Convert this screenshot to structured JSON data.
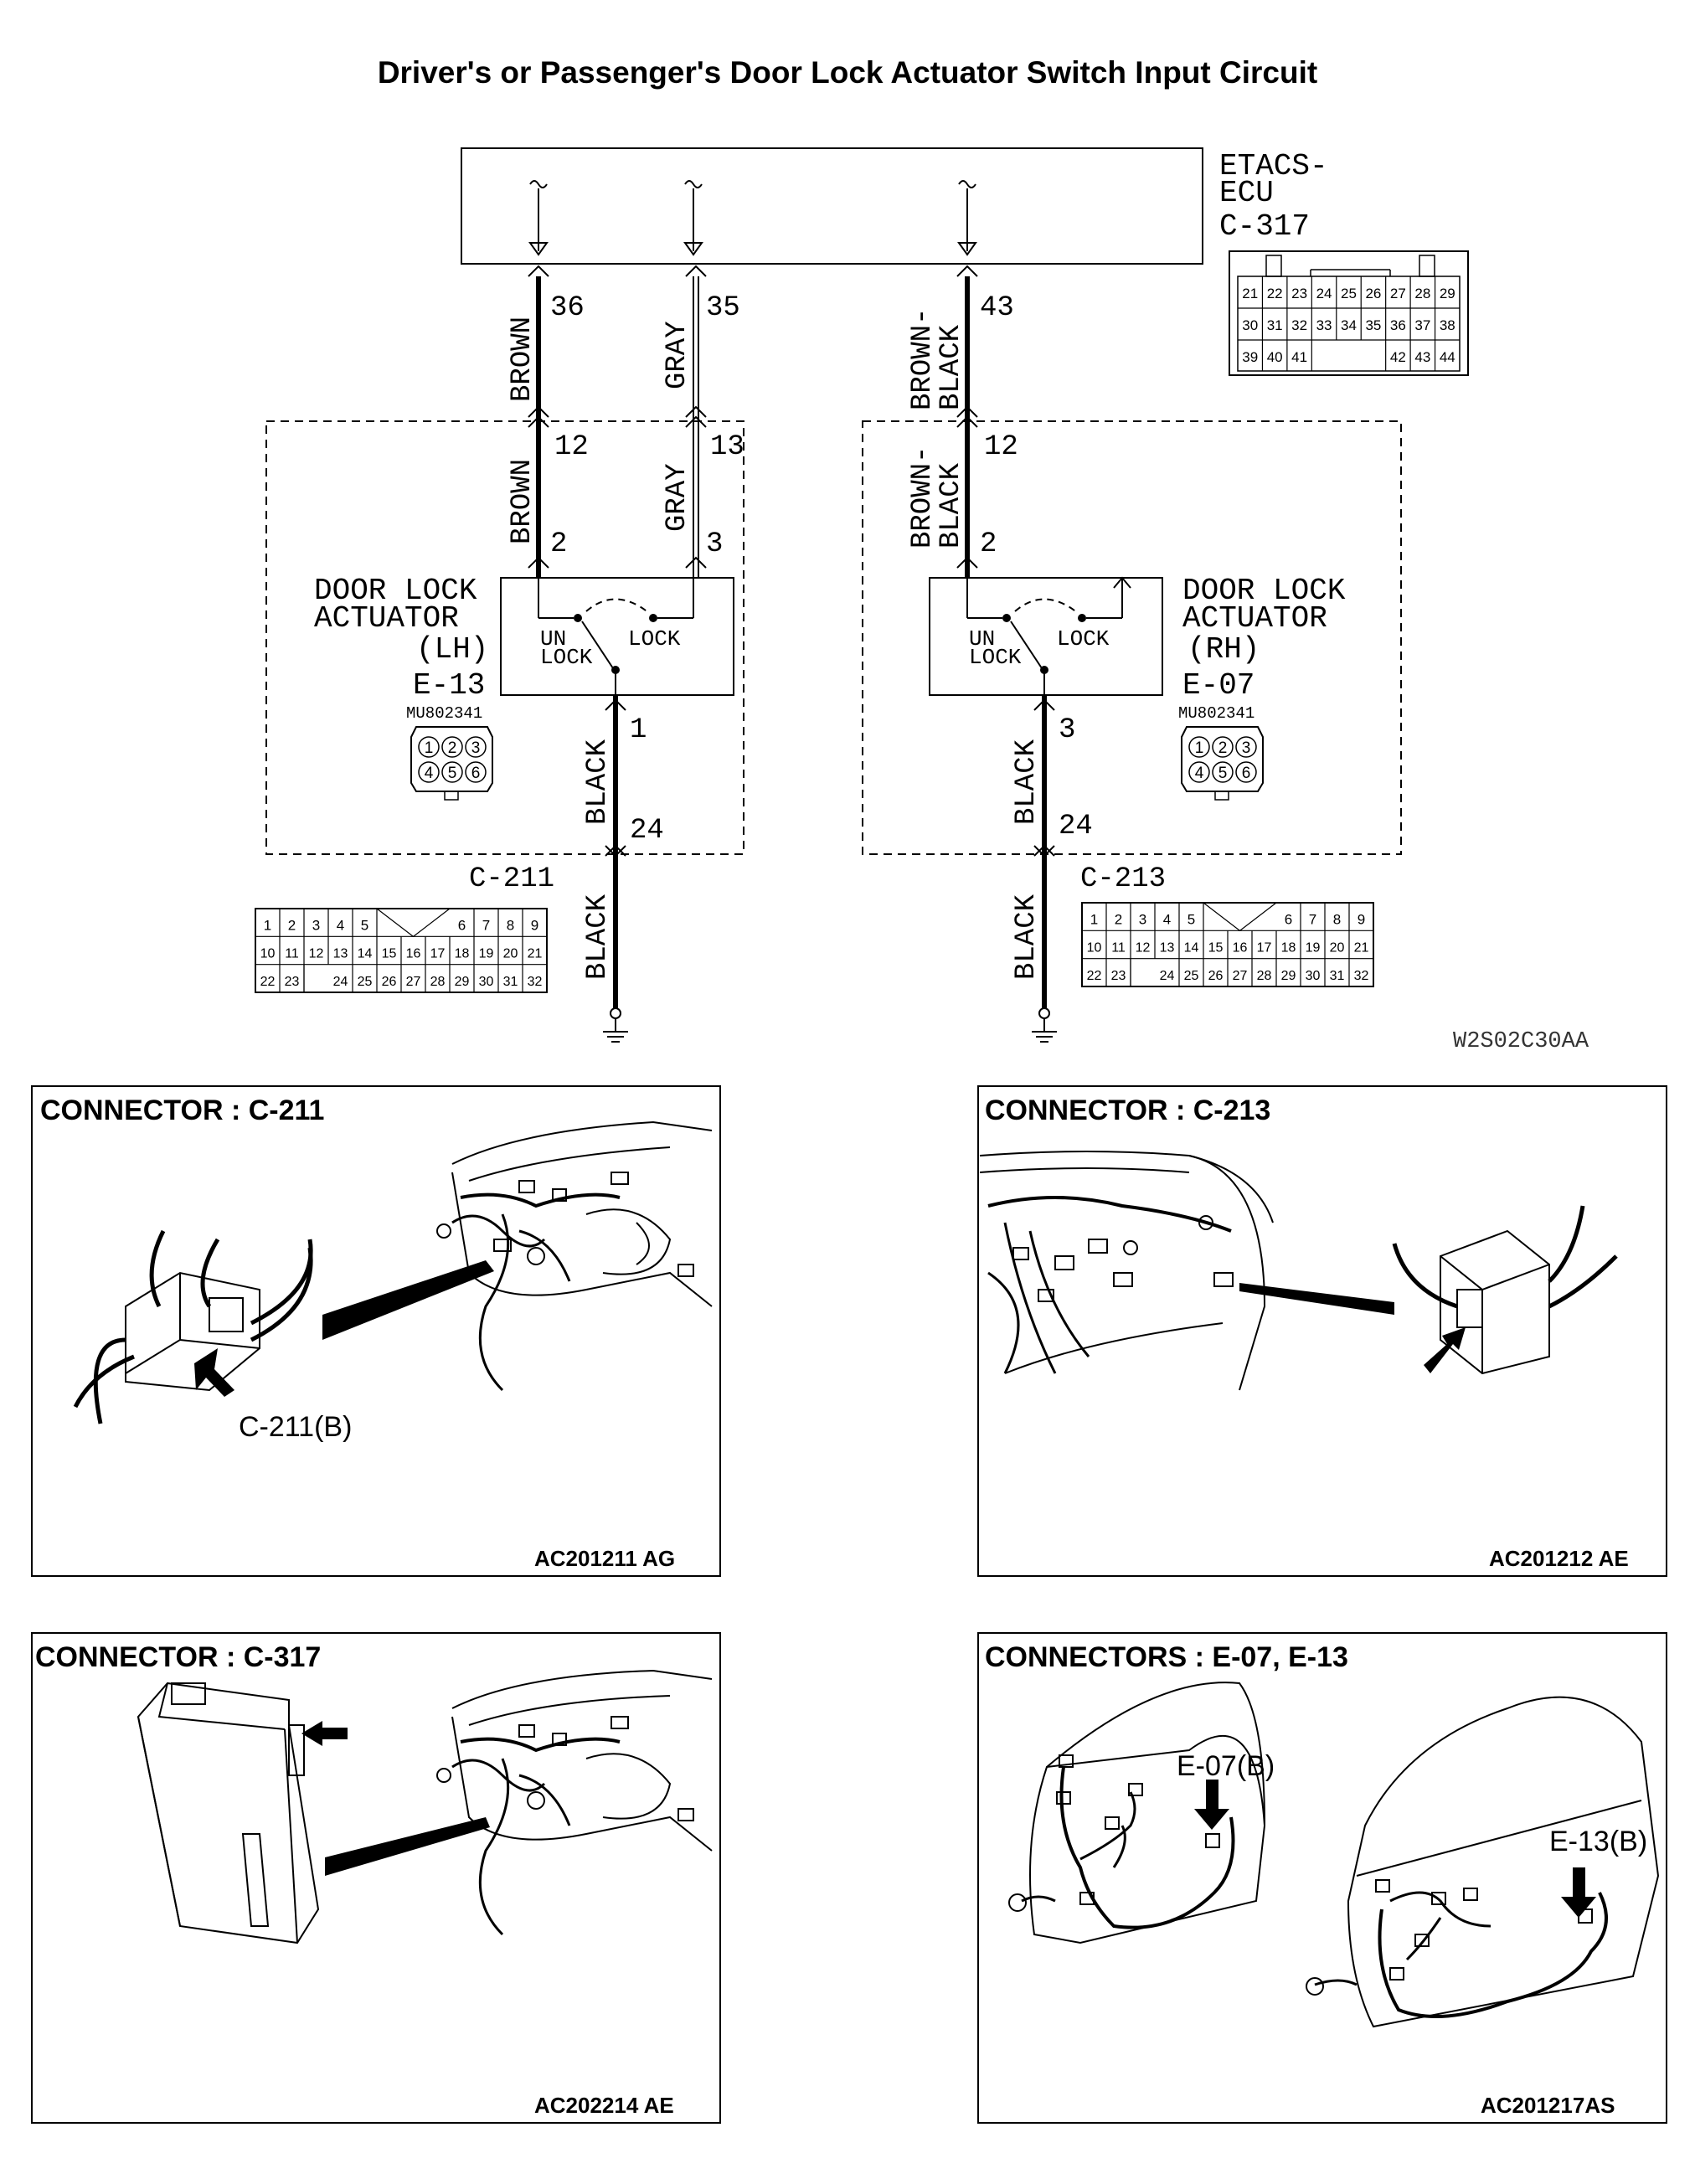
{
  "title": "Driver's or Passenger's Door Lock Actuator Switch Input Circuit",
  "ecu": {
    "name_line1": "ETACS-",
    "name_line2": "ECU",
    "connector": "C-317",
    "pins": {
      "row1": [
        "21",
        "22",
        "23",
        "24",
        "25",
        "26",
        "27",
        "28",
        "29"
      ],
      "row2": [
        "30",
        "31",
        "32",
        "33",
        "34",
        "35",
        "36",
        "37",
        "38"
      ],
      "row3": [
        "39",
        "40",
        "41",
        "42",
        "43",
        "44"
      ]
    }
  },
  "wires": {
    "w1": {
      "upper_color": "BROWN",
      "ecu_pin": "36",
      "mid_pin": "12",
      "lower_color": "BROWN",
      "act_pin": "2"
    },
    "w2": {
      "upper_color": "GRAY",
      "ecu_pin": "35",
      "mid_pin": "13",
      "lower_color": "GRAY",
      "act_pin": "3"
    },
    "w3": {
      "upper_color_1": "BROWN-",
      "upper_color_2": "BLACK",
      "ecu_pin": "43",
      "mid_pin": "12",
      "lower_color_1": "BROWN-",
      "lower_color_2": "BLACK",
      "act_pin": "2"
    }
  },
  "actuator_lh": {
    "line1": "DOOR LOCK",
    "line2": "ACTUATOR",
    "line3": "(LH)",
    "connector": "E-13",
    "part": "MU802341",
    "switch_unlock_1": "UN",
    "switch_unlock_2": "LOCK",
    "switch_lock": "LOCK",
    "ground_pin": "1",
    "ground_color": "BLACK",
    "junction_pin": "24",
    "junction_connector": "C-211",
    "lower_color": "BLACK",
    "pins": [
      "1",
      "2",
      "3",
      "4",
      "5",
      "6"
    ]
  },
  "actuator_rh": {
    "line1": "DOOR LOCK",
    "line2": "ACTUATOR",
    "line3": "(RH)",
    "connector": "E-07",
    "part": "MU802341",
    "switch_unlock_1": "UN",
    "switch_unlock_2": "LOCK",
    "switch_lock": "LOCK",
    "ground_pin": "3",
    "ground_color": "BLACK",
    "junction_pin": "24",
    "junction_connector": "C-213",
    "lower_color": "BLACK",
    "pins": [
      "1",
      "2",
      "3",
      "4",
      "5",
      "6"
    ]
  },
  "junction_pins": {
    "row1": [
      "1",
      "2",
      "3",
      "4",
      "5",
      "6",
      "7",
      "8",
      "9"
    ],
    "row2": [
      "10",
      "11",
      "12",
      "13",
      "14",
      "15",
      "16",
      "17",
      "18",
      "19",
      "20",
      "21"
    ],
    "row3": [
      "22",
      "23",
      "24",
      "25",
      "26",
      "27",
      "28",
      "29",
      "30",
      "31",
      "32"
    ]
  },
  "diagram_code": "W2S02C30AA",
  "panels": [
    {
      "title": "CONNECTOR : C-211",
      "code": "AC201211 AG",
      "callout": "C-211(B)"
    },
    {
      "title": "CONNECTOR : C-213",
      "code": "AC201212 AE"
    },
    {
      "title": "CONNECTOR : C-317",
      "code": "AC202214 AE"
    },
    {
      "title": "CONNECTORS : E-07, E-13",
      "code": "AC201217AS",
      "callout1": "E-07(B)",
      "callout2": "E-13(B)"
    }
  ]
}
